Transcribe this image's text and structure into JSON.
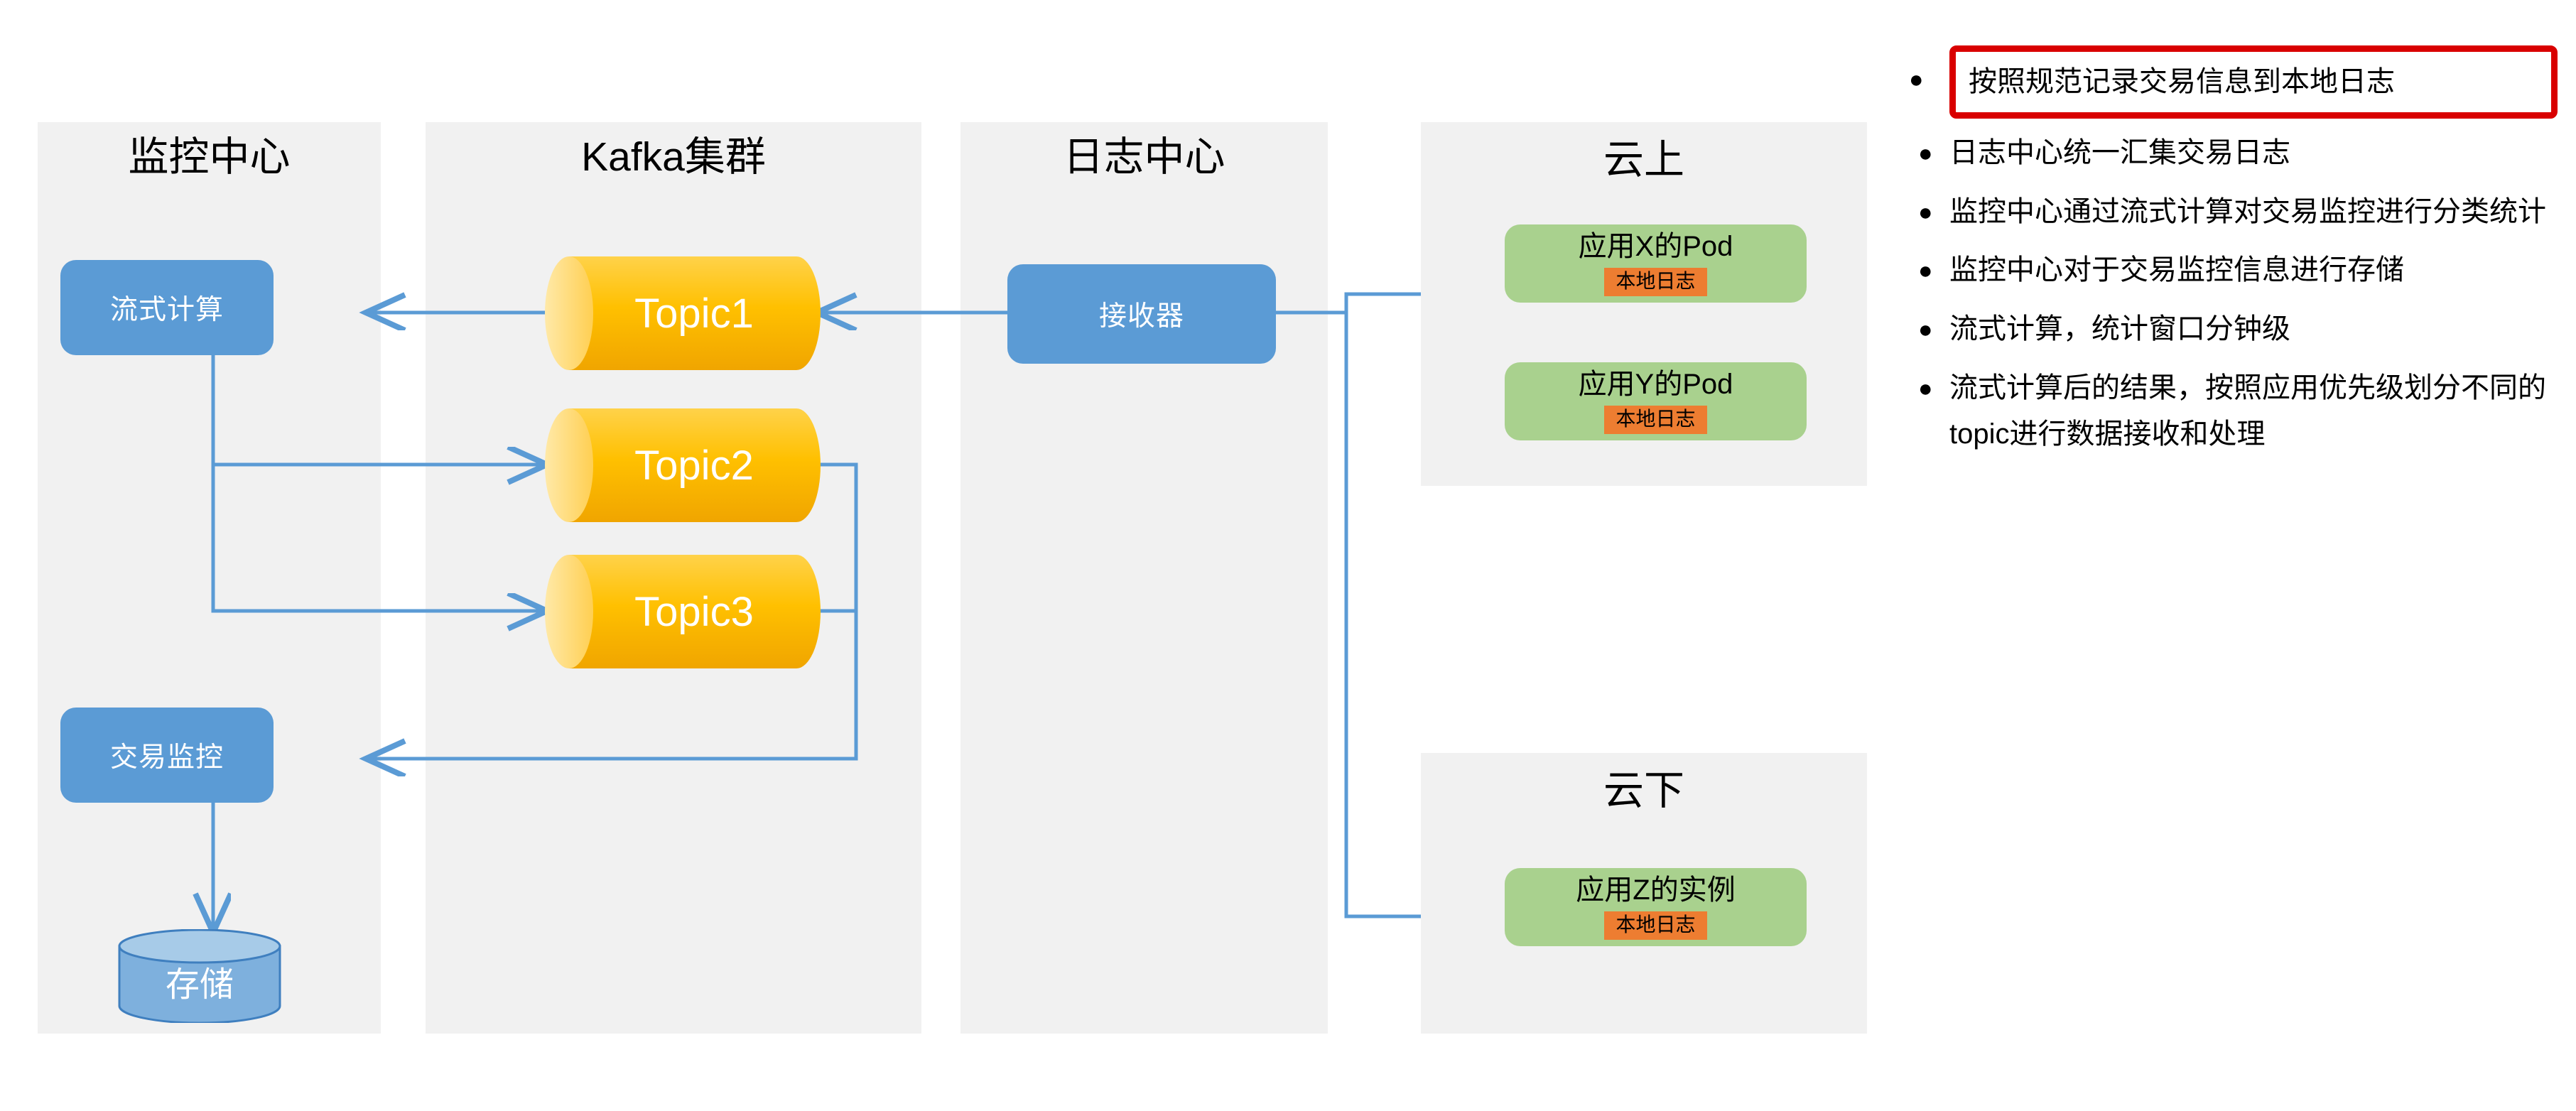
{
  "panels": [
    {
      "id": "monitor-center",
      "title": "监控中心"
    },
    {
      "id": "kafka-cluster",
      "title": "Kafka集群"
    },
    {
      "id": "log-center",
      "title": "日志中心"
    },
    {
      "id": "cloud-on",
      "title": "云上"
    },
    {
      "id": "cloud-off",
      "title": "云下"
    }
  ],
  "nodes": {
    "stream_compute": "流式计算",
    "transaction_monitor": "交易监控",
    "storage": "存储",
    "receiver": "接收器",
    "topic1": "Topic1",
    "topic2": "Topic2",
    "topic3": "Topic3"
  },
  "pods": [
    {
      "name": "应用X的Pod",
      "log": "本地日志"
    },
    {
      "name": "应用Y的Pod",
      "log": "本地日志"
    },
    {
      "name": "应用Z的实例",
      "log": "本地日志"
    }
  ],
  "bullets": [
    {
      "text": "按照规范记录交易信息到本地日志",
      "highlighted": true
    },
    {
      "text": "日志中心统一汇集交易日志",
      "highlighted": false
    },
    {
      "text": "监控中心通过流式计算对交易监控进行分类统计",
      "highlighted": false
    },
    {
      "text": "监控中心对于交易监控信息进行存储",
      "highlighted": false
    },
    {
      "text": "流式计算，统计窗口分钟级",
      "highlighted": false
    },
    {
      "text": "流式计算后的结果，按照应用优先级划分不同的topic进行数据接收和处理",
      "highlighted": false
    }
  ],
  "bullet_marker": "●",
  "colors": {
    "panel_bg": "#f1f1f1",
    "blue_node": "#5b9bd5",
    "topic_yellow": "#ffc000",
    "pod_green": "#a9d18e",
    "log_orange": "#ed7d31",
    "highlight_border": "#d90000",
    "connector": "#5b9bd5"
  }
}
